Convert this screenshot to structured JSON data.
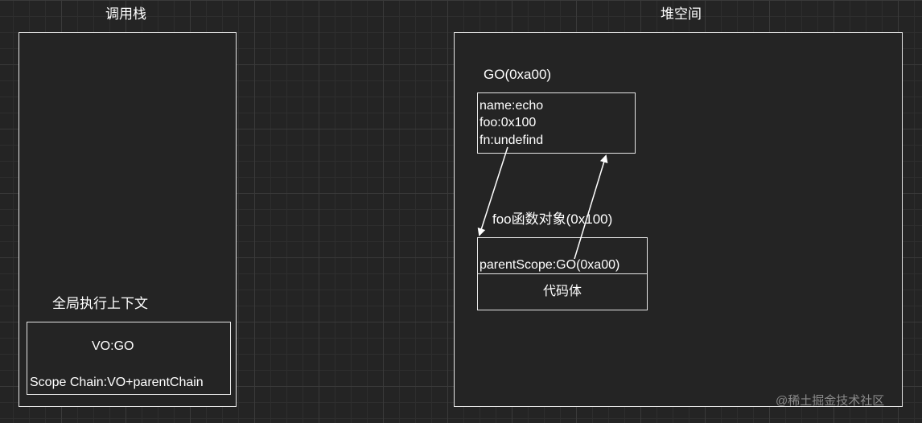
{
  "call_stack": {
    "title": "调用栈",
    "global_context": {
      "label": "全局执行上下文",
      "vo": "VO:GO",
      "scope_chain": "Scope Chain:VO+parentChain"
    }
  },
  "heap": {
    "title": "堆空间",
    "go_object": {
      "label": "GO(0xa00)",
      "props": [
        "name:echo",
        "foo:0x100",
        "fn:undefind"
      ]
    },
    "foo_object": {
      "label": "foo函数对象(0x100)",
      "parent_scope": "parentScope:GO(0xa00)",
      "code_body": "代码体"
    }
  },
  "watermark": "@稀土掘金技术社区",
  "colors": {
    "background": "#242424",
    "stroke": "#e6e6e6",
    "text": "#ffffff"
  }
}
